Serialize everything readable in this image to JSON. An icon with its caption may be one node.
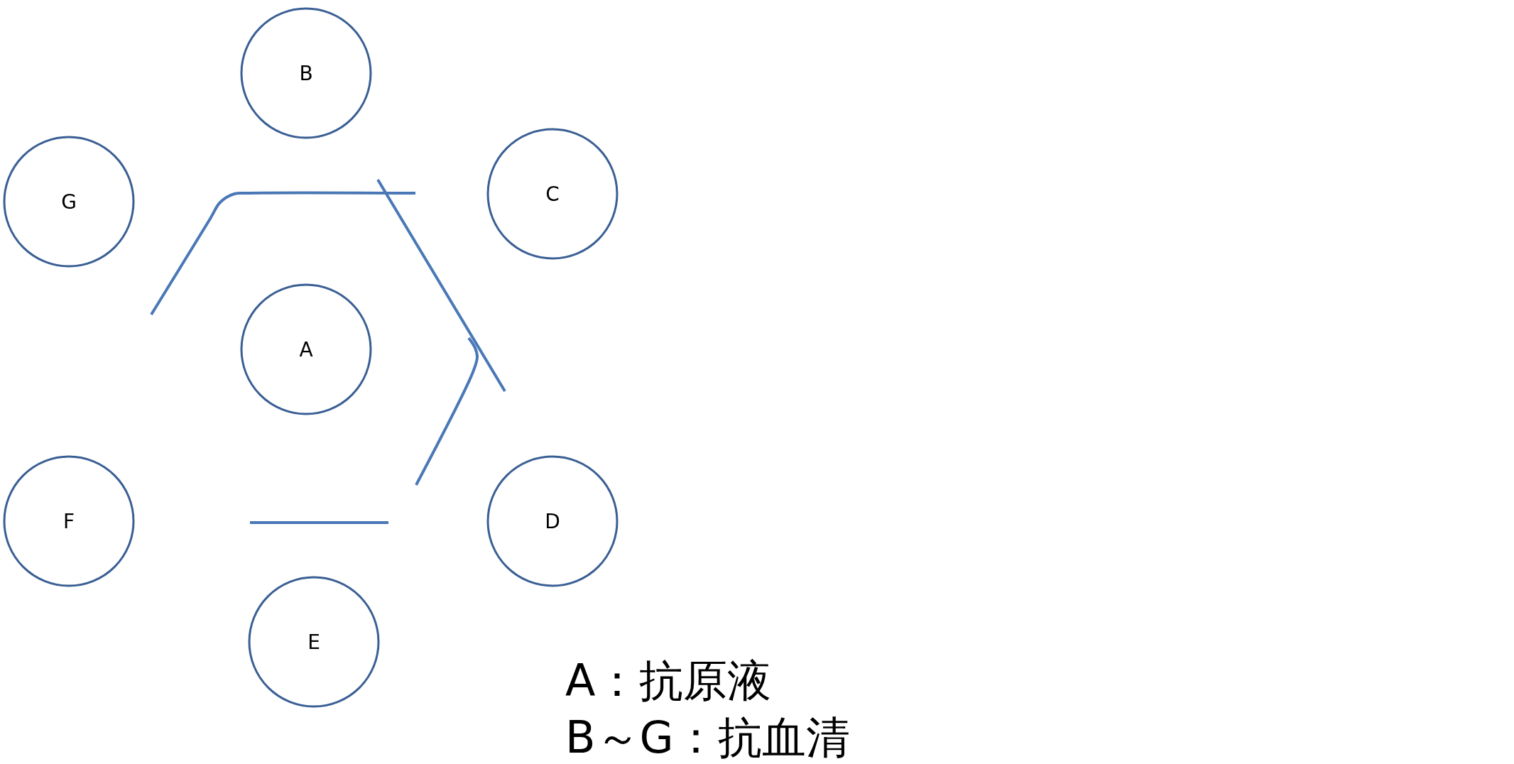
{
  "diagram": {
    "nodes": [
      {
        "text": [
          "B"
        ]
      },
      {
        "text": [
          "G"
        ]
      },
      {
        "text": [
          "C"
        ]
      },
      {
        "text": [
          "A"
        ]
      },
      {
        "text": [
          "F"
        ]
      },
      {
        "text": [
          "D"
        ]
      },
      {
        "text": [
          "E"
        ]
      }
    ],
    "labels": [
      "A：抗原液",
      "B～G：抗血清"
    ]
  }
}
